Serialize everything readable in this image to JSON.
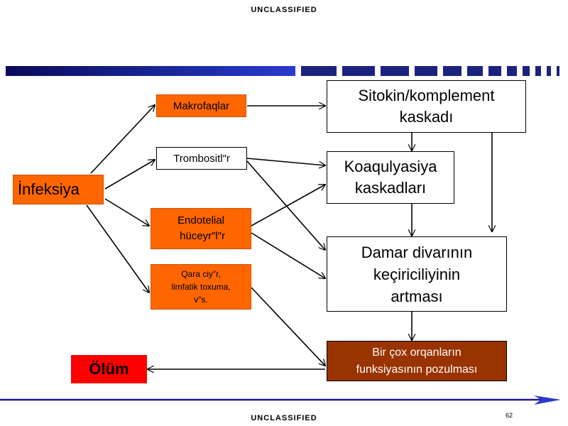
{
  "header": {
    "classification": "UNCLASSIFIED"
  },
  "footer": {
    "classification": "UNCLASSIFIED",
    "page_number": "62"
  },
  "colors": {
    "orange": "#ff6600",
    "brown": "#993300",
    "red": "#ff0000",
    "navy": "#1a1a8c"
  },
  "nodes": {
    "infeksiya": "İnfeksiya",
    "makrofaqlar": "Makrofaqlar",
    "trombositler": "Trombositl″r",
    "endotelial": "Endotelial\n hüceyr″l″r",
    "qara_ciyer": "Qara ciy″r,\nlimfatik toxuma,\nv″s.",
    "sitokin": "Sitokin/komplement\nkaskadı",
    "koaqulyasiya": "Koaqulyasiya\nkaskadları",
    "damar": "Damar divarının\nkeçiriciliyinin\nartması",
    "bir_cox": "Bir çox orqanların\nfunksiyasının pozulması",
    "olum": "Ölüm"
  }
}
